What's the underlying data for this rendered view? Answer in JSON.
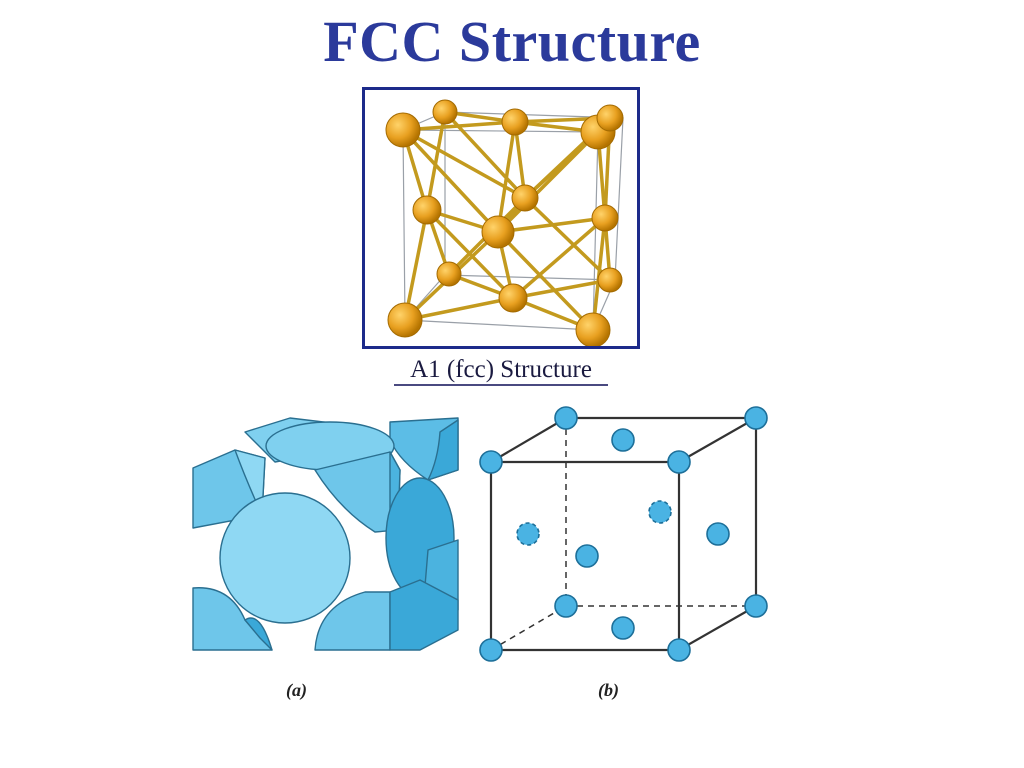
{
  "slide": {
    "title": "FCC Structure"
  },
  "ball_model": {
    "caption": "A1 (fcc) Structure",
    "atom_color": "#e8a020",
    "bond_color": "#b89020",
    "frame_color": "#1c2a8a"
  },
  "packing_model": {
    "label": "(a)",
    "fill_color": "#6ec6ea",
    "edge_color": "#2a6f90"
  },
  "lattice_model": {
    "label": "(b)",
    "atom_color": "#4ab3e3",
    "edge_color": "#333333"
  }
}
